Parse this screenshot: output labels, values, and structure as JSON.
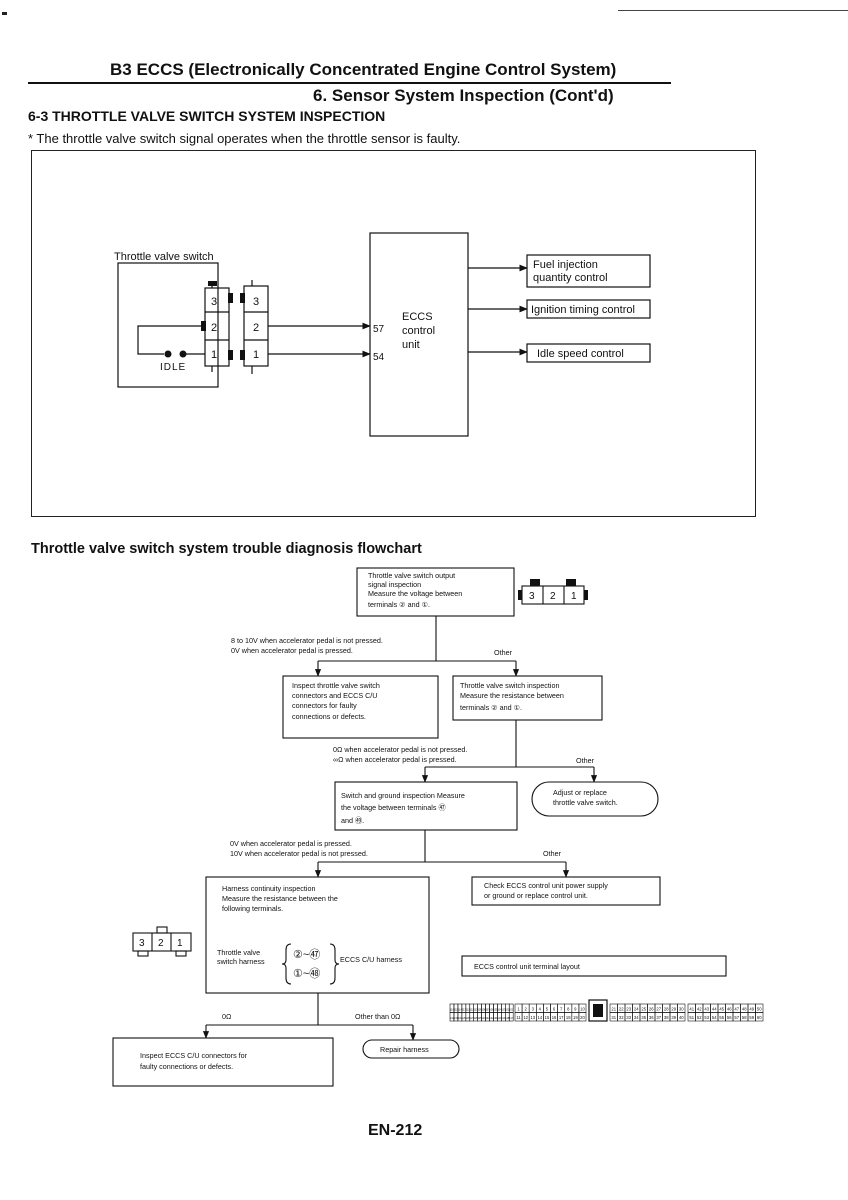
{
  "header": {
    "title": "B3 ECCS (Electronically Concentrated Engine Control System)",
    "subtitle": "6.  Sensor System Inspection (Cont'd)"
  },
  "section": {
    "title": "6-3  THROTTLE VALVE SWITCH SYSTEM INSPECTION",
    "note": "* The throttle valve switch signal operates when the throttle sensor is faulty."
  },
  "wiring": {
    "switch_label": "Throttle valve switch",
    "idle_label": "IDLE",
    "pins": [
      "3",
      "2",
      "1"
    ],
    "pins_mating": [
      "3",
      "2",
      "1"
    ],
    "terminal_57": "57",
    "terminal_54": "54",
    "ecu_lines": [
      "ECCS",
      "control",
      "unit"
    ],
    "outputs": [
      [
        "Fuel injection",
        "quantity control"
      ],
      [
        "Ignition timing control"
      ],
      [
        "Idle speed control"
      ]
    ]
  },
  "flowchart": {
    "title": "Throttle valve switch system trouble diagnosis flowchart",
    "box1": [
      "Throttle valve switch output",
      "signal inspection",
      "Measure the voltage between",
      "terminals ② and ①."
    ],
    "cond1": [
      "8 to 10V when accelerator pedal is not pressed.",
      "0V when accelerator pedal is pressed."
    ],
    "other1": "Other",
    "box2": [
      "Inspect throttle valve switch",
      "connectors and ECCS C/U",
      "connectors for faulty",
      "connections or defects."
    ],
    "box3": [
      "Throttle valve switch inspection",
      "Measure the resistance between",
      "terminals ② and ①."
    ],
    "cond2": [
      "0Ω when accelerator pedal is not pressed.",
      "∞Ω when accelerator pedal is pressed."
    ],
    "other2": "Other",
    "box4": [
      "Adjust or replace",
      "throttle valve switch."
    ],
    "box5": [
      "Switch and ground inspection Measure",
      "the voltage between terminals ㊼",
      "and ㊾."
    ],
    "cond3": [
      "0V when accelerator pedal is pressed.",
      "10V when accelerator pedal is not pressed."
    ],
    "other3": "Other",
    "box6": [
      "Check ECCS control unit power supply",
      "or ground or replace control unit."
    ],
    "box7": [
      "Harness continuity inspection",
      "Measure the resistance between the",
      "following terminals."
    ],
    "harness_left": [
      "Throttle valve",
      "switch harness"
    ],
    "harness_pairs": [
      "②~㊼",
      "①~㊽"
    ],
    "harness_right": "ECCS C/U harness",
    "box8": "ECCS control unit terminal layout",
    "cond4_left": "0Ω",
    "cond4_right": "Other than 0Ω",
    "box9": [
      "Inspect ECCS C/U connectors for",
      "faulty connections or defects."
    ],
    "box10": "Repair harness",
    "conn_pins": [
      "3",
      "2",
      "1"
    ],
    "terminal_layout": {
      "group1_top": [
        "116",
        "115",
        "114",
        "113",
        "112",
        "111",
        "110",
        "109",
        "108",
        "107",
        "106",
        "105",
        "104",
        "103",
        "102",
        "101"
      ],
      "group1_bottom": [
        "132",
        "131",
        "130",
        "129",
        "128",
        "127",
        "126",
        "125",
        "124",
        "123",
        "122",
        "121",
        "120",
        "119",
        "118",
        "117"
      ],
      "group2_top": [
        "1",
        "2",
        "3",
        "4",
        "5",
        "6",
        "7",
        "8",
        "9",
        "10"
      ],
      "group2_bottom": [
        "11",
        "12",
        "13",
        "14",
        "15",
        "16",
        "17",
        "18",
        "19",
        "20"
      ],
      "group3_top": [
        "21",
        "22",
        "23",
        "24",
        "25",
        "26",
        "27",
        "28",
        "29",
        "30"
      ],
      "group3_bottom": [
        "31",
        "32",
        "33",
        "34",
        "35",
        "36",
        "37",
        "38",
        "39",
        "40"
      ],
      "group4_top": [
        "41",
        "42",
        "43",
        "44",
        "45",
        "46",
        "47",
        "48",
        "49",
        "50"
      ],
      "group4_bottom": [
        "51",
        "52",
        "53",
        "54",
        "55",
        "56",
        "57",
        "58",
        "59",
        "60"
      ]
    }
  },
  "footer": {
    "page_number": "EN-212"
  }
}
